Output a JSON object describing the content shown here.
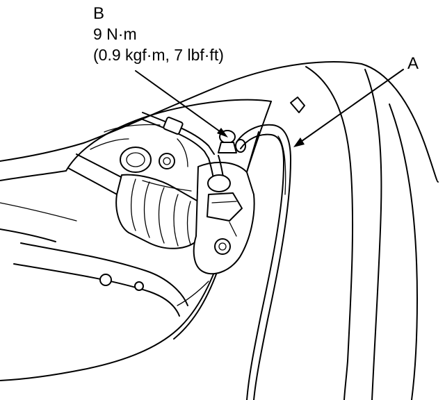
{
  "callouts": {
    "b": {
      "letter": "B",
      "torque_nm": "9 N·m",
      "torque_alt": "(0.9 kgf·m, 7 lbf·ft)"
    },
    "a": {
      "letter": "A"
    }
  },
  "colors": {
    "ink": "#000000",
    "paper": "#ffffff"
  }
}
